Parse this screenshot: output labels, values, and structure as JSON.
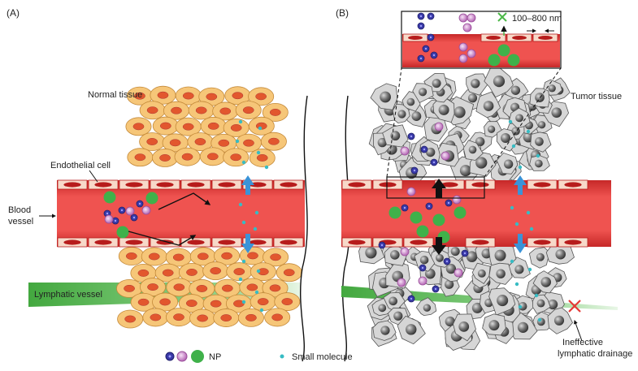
{
  "panels": {
    "a": {
      "label": "(A)",
      "title": "Normal tissue",
      "endothelial_label": "Endothelial cell",
      "blood_vessel_label": [
        "Blood",
        "vessel"
      ],
      "lymphatic_label": "Lymphatic vessel"
    },
    "b": {
      "label": "(B)",
      "title": "Tumor tissue",
      "gap_label": "100–800 nm",
      "drainage_label": [
        "Ineffective",
        "lymphatic drainage"
      ]
    }
  },
  "legend": {
    "np_label": "NP",
    "small_molecule_label": "Small molecule"
  },
  "colors": {
    "vessel_red": "#e8433c",
    "vessel_dark": "#b71c1c",
    "endothelium_fill": "#f7d9c9",
    "normal_cell": "#f6c678",
    "normal_nucleus": "#e2572e",
    "tumor_cell": "#d6d6d6",
    "tumor_nucleus": "#6b6b6b",
    "lymph_green": "#4cb848",
    "np_blue": "#3a3aa8",
    "np_pink": "#c77dc7",
    "np_green": "#3fb14a",
    "small_molecule": "#37bcc4",
    "flux_arrow": "#3a93d8",
    "blocked_x": "#e53935",
    "gap_x": "#4cb848"
  }
}
